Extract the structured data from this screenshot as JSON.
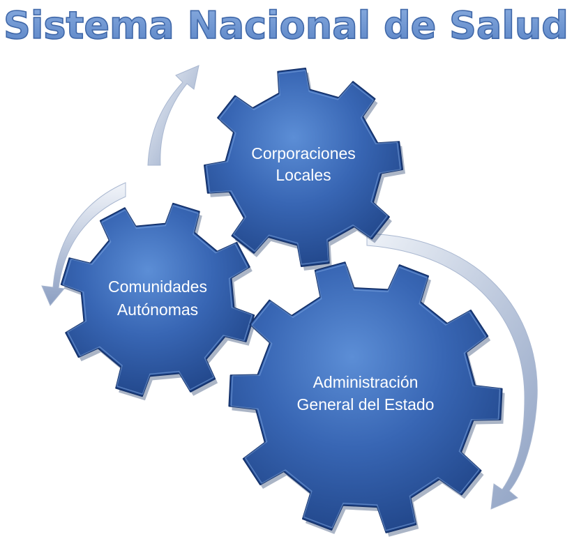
{
  "title": "Sistema Nacional de Salud",
  "gears": {
    "corporaciones": {
      "line1": "Corporaciones",
      "line2": "Locales"
    },
    "comunidades": {
      "line1": "Comunidades",
      "line2": "Autónomas"
    },
    "administracion": {
      "line1": "Administración",
      "line2": "General del Estado"
    }
  },
  "colors": {
    "title_fill": "#6b93cf",
    "title_outline": "#3f67a8",
    "gear_light": "#4f7fc8",
    "gear_mid": "#2d5aa4",
    "gear_dark": "#1c3f80",
    "gear_edge": "#15336d",
    "arrow_light": "#eef2f8",
    "arrow_dark": "#8ea1c3"
  },
  "icons": [
    "cycle-arrow-icon",
    "gear-icon"
  ]
}
